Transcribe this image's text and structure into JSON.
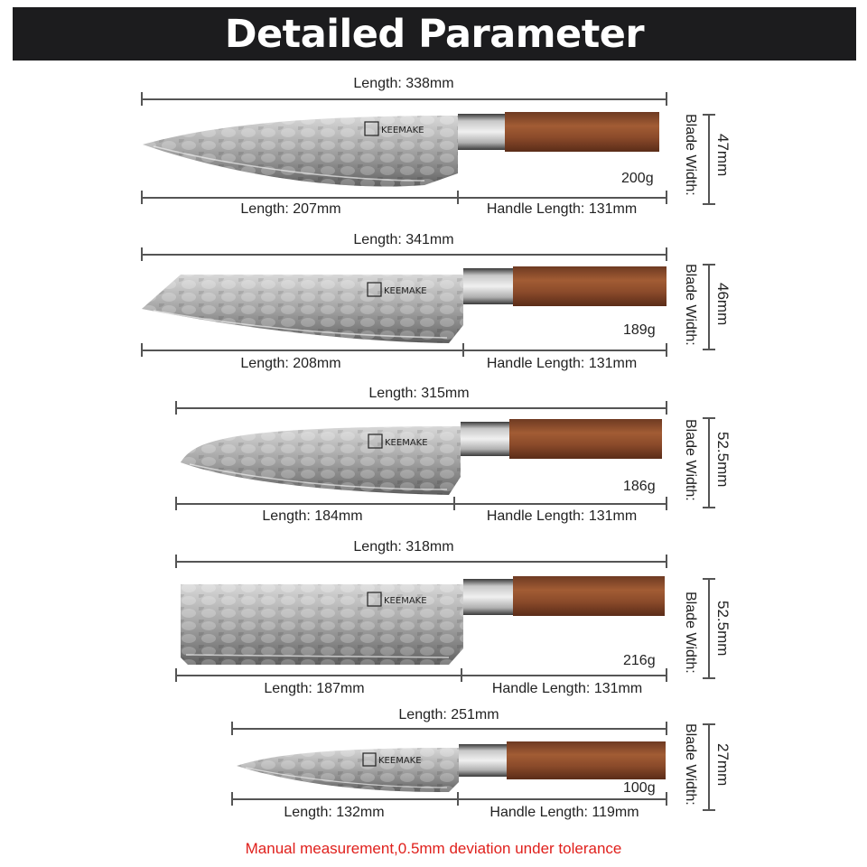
{
  "header": {
    "title": "Detailed Parameter"
  },
  "brand": "KEEMAKE",
  "blade_width_label": "Blade Width:",
  "knives": [
    {
      "length": "Length: 338mm",
      "blade_length": "Length: 207mm",
      "handle_length": "Handle Length: 131mm",
      "weight": "200g",
      "blade_width": "47mm"
    },
    {
      "length": "Length: 341mm",
      "blade_length": "Length: 208mm",
      "handle_length": "Handle Length: 131mm",
      "weight": "189g",
      "blade_width": "46mm"
    },
    {
      "length": "Length: 315mm",
      "blade_length": "Length: 184mm",
      "handle_length": "Handle Length: 131mm",
      "weight": "186g",
      "blade_width": "52.5mm"
    },
    {
      "length": "Length: 318mm",
      "blade_length": "Length: 187mm",
      "handle_length": "Handle Length: 131mm",
      "weight": "216g",
      "blade_width": "52.5mm"
    },
    {
      "length": "Length: 251mm",
      "blade_length": "Length: 132mm",
      "handle_length": "Handle Length: 119mm",
      "weight": "100g",
      "blade_width": "27mm"
    }
  ],
  "footer": {
    "note": "Manual measurement,0.5mm deviation under tolerance",
    "note_color": "#e0201c"
  },
  "colors": {
    "header_bg": "#1c1c1e",
    "handle_wood": "#8a4a2a",
    "blade_steel": "#9a9a9a"
  }
}
